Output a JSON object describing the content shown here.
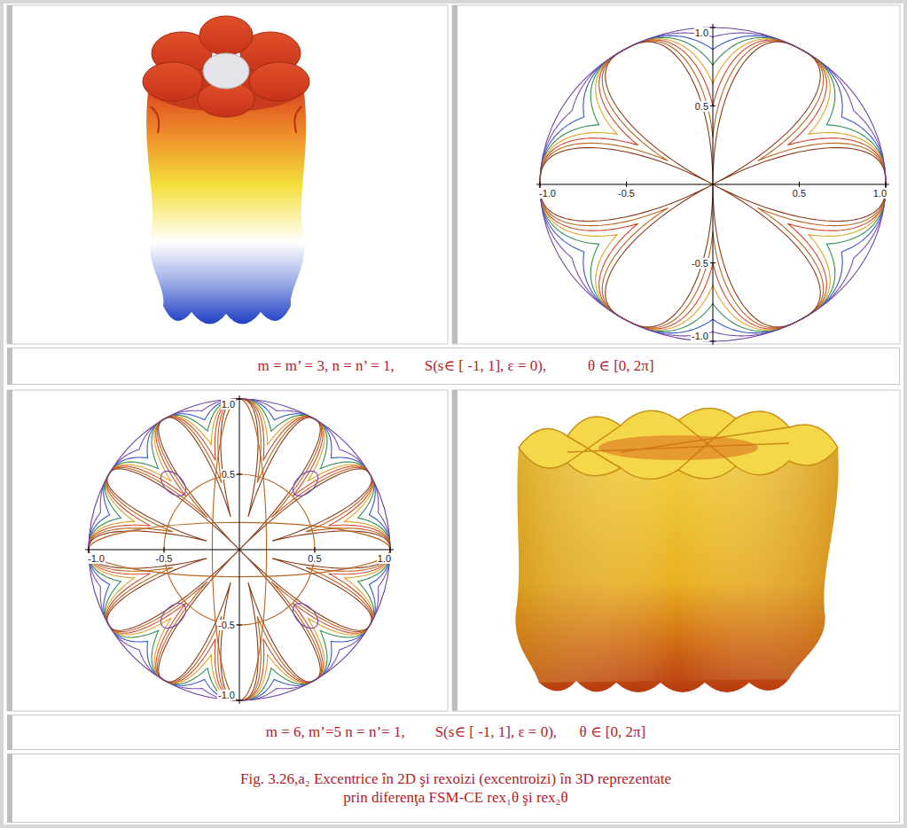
{
  "diagram": {
    "nodes": [
      {
        "text": [
          "m = m’ = 3, n = n’ = 1,        S(s∈ [ -1, 1], ε = 0),           θ ∈ [0, 2π]"
        ]
      },
      {
        "text": [
          "m = 6, m’=5 n = n’= 1,        S(s∈ [ -1, 1], ε = 0),      θ ∈ [0, 2π]"
        ]
      },
      {
        "text": [
          "Fig. 3.26,a₂ Excentrice în 2D şi rexoizi (excentroizi) în 3D reprezentate prin diferenţa FSM-CE rex₁θ şi rex₂θ"
        ]
      }
    ],
    "labels": [
      "1.0",
      "0.5",
      "-1.0",
      "-0.5",
      "0.5",
      "1.0",
      "-0.5",
      "-1.0",
      "1.0",
      "0.5",
      "-1.0",
      "-0.5",
      "0.5",
      "1.0",
      "-0.5",
      "-1.0"
    ]
  }
}
